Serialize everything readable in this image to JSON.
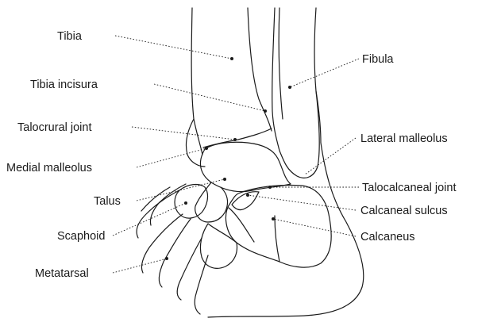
{
  "diagram": {
    "labels": {
      "tibia": "Tibia",
      "fibula": "Fibula",
      "tibia_incisura": "Tibia incisura",
      "talocrural_joint": "Talocrural joint",
      "lateral_malleolus": "Lateral malleolus",
      "medial_malleolus": "Medial malleolus",
      "talus": "Talus",
      "talocalcaneal_joint": "Talocalcaneal joint",
      "calcaneal_sulcus": "Calcaneal sulcus",
      "scaphoid": "Scaphoid",
      "calcaneus": "Calcaneus",
      "metatarsal": "Metatarsal"
    }
  }
}
